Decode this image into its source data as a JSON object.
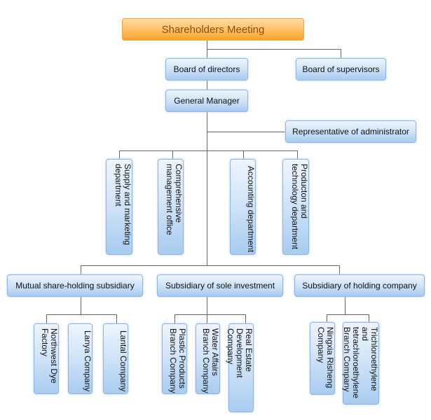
{
  "shareholders": "Shareholders Meeting",
  "board_directors": "Board of directors",
  "board_supervisors": "Board of supervisors",
  "general_manager": "General Manager",
  "representative": "Representative of administrator",
  "departments": [
    "Supply and marketing department",
    "Comprehensive management office",
    "Accounting department",
    "Producton and technology department"
  ],
  "groups": [
    {
      "label": "Mutual share-holding subsidiary",
      "children": [
        "Northwest Dye Factory",
        "Lanya Company",
        "Lantal Company"
      ]
    },
    {
      "label": "Subsidiary of sole investment",
      "children": [
        "Plastic Products Branch Company",
        "Water Affairs Branch Company",
        "Real Estate Development Company"
      ]
    },
    {
      "label": "Subsidiary of holding company",
      "children": [
        "Ningxia Risheng Company",
        "Trichloroethylene and tetrachloroethylene Branch Company"
      ]
    }
  ],
  "colors": {
    "top": "#f9a227",
    "box": "#a8ccf0",
    "line": "#666666"
  }
}
